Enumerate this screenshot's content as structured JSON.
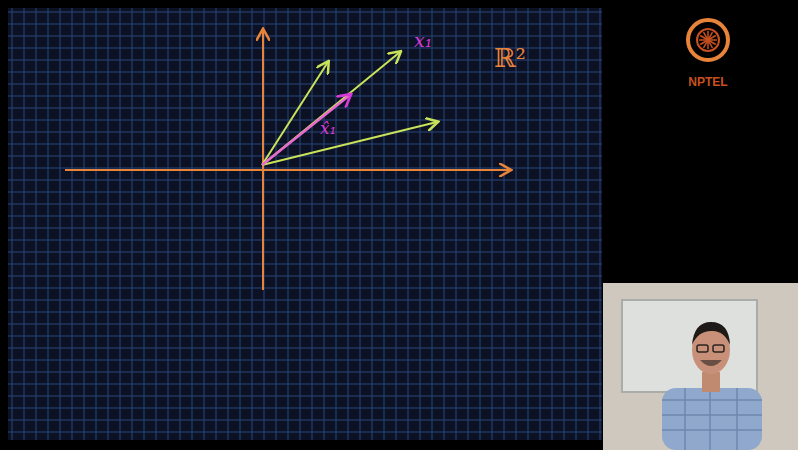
{
  "diagram": {
    "labels": [
      "ℝ²",
      "x₁",
      "x̂₁",
      "NPTEL"
    ]
  }
}
